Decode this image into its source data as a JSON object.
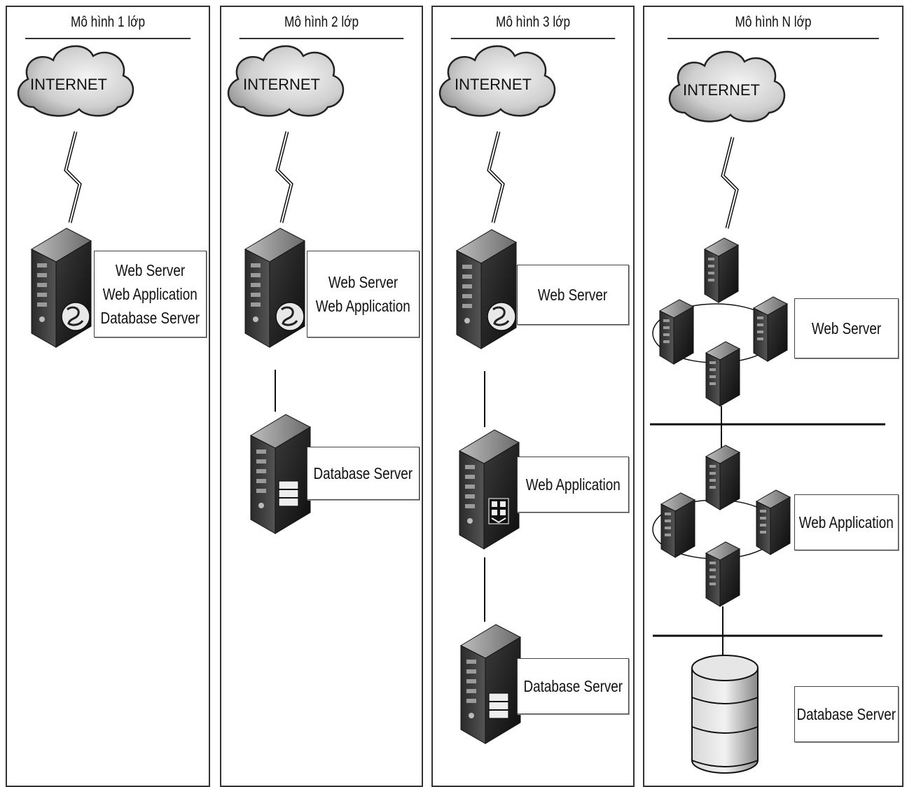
{
  "columns": [
    {
      "title": "Mô hình 1 lớp",
      "cloud": "INTERNET",
      "labels": [
        [
          "Web Server",
          "Web Application",
          "Database Server"
        ]
      ]
    },
    {
      "title": "Mô hình 2 lớp",
      "cloud": "INTERNET",
      "labels": [
        [
          "Web Server",
          "Web Application"
        ],
        [
          "Database Server"
        ]
      ]
    },
    {
      "title": "Mô hình 3 lớp",
      "cloud": "INTERNET",
      "labels": [
        [
          "Web Server"
        ],
        [
          "Web Application"
        ],
        [
          "Database Server"
        ]
      ]
    },
    {
      "title": "Mô hình N lớp",
      "cloud": "INTERNET",
      "labels": [
        [
          "Web Server"
        ],
        [
          "Web Application"
        ],
        [
          "Database Server"
        ]
      ]
    }
  ]
}
